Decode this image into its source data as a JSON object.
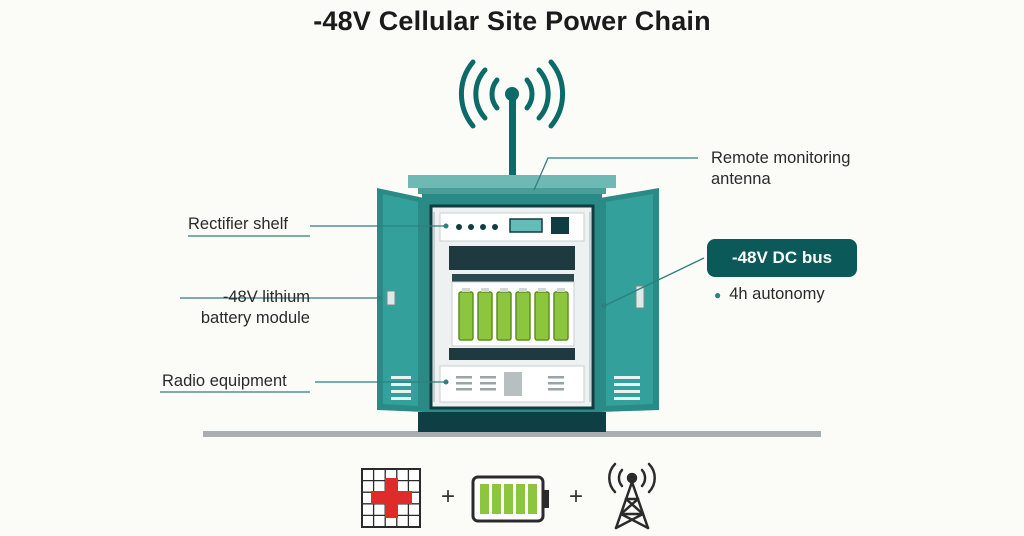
{
  "title": "-48V Cellular Site Power Chain",
  "labels": {
    "remote_monitoring_antenna": "Remote monitoring\nantenna",
    "rectifier_shelf": "Rectifier shelf",
    "battery_module": "-48V lithium\nbattery module",
    "radio_equipment": "Radio equipment",
    "dc_bus": "-48V DC bus",
    "autonomy": "4h autonomy"
  },
  "bottom_icons": {
    "plus_1": "+",
    "plus_2": "+",
    "items": [
      "grid-power-icon",
      "battery-icon",
      "cell-tower-icon"
    ]
  },
  "colors": {
    "cabinet_teal": "#2a8a86",
    "cabinet_dark": "#0b5a59",
    "battery_green": "#8cc63f",
    "grid_red": "#e02b2b"
  }
}
